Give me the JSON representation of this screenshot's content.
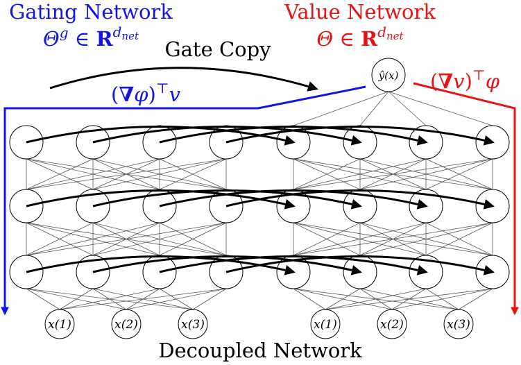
{
  "gating": {
    "title": "Gating Network",
    "param_symbol": "Θ",
    "param_sup": "g",
    "param_in": " ∈ ",
    "param_set": "R",
    "param_set_sup": "d",
    "param_set_sup_sub": "net",
    "gradient_open": "(",
    "gradient_nabla": "∇",
    "gradient_fn": "φ",
    "gradient_close": ")",
    "gradient_T": "⊤",
    "gradient_var": "v",
    "color": "#1414e6"
  },
  "value": {
    "title": "Value Network",
    "param_symbol": "Θ",
    "param_in": " ∈ ",
    "param_set": "R",
    "param_set_sup": "d",
    "param_set_sup_sub": "net",
    "gradient_open": "(",
    "gradient_nabla": "∇",
    "gradient_fn": "v",
    "gradient_close": ")",
    "gradient_T": "⊤",
    "gradient_var": "φ",
    "color": "#e61414"
  },
  "gate_copy_label": "Gate Copy",
  "output_node": {
    "hat": "ŷ",
    "rest": "(x)"
  },
  "inputs_left": [
    "x(1)",
    "x(2)",
    "x(3)"
  ],
  "inputs_right": [
    "x(1)",
    "x(2)",
    "x(3)"
  ],
  "footer": "Decoupled Network",
  "hidden_layers": 3,
  "nodes_per_half": 4
}
